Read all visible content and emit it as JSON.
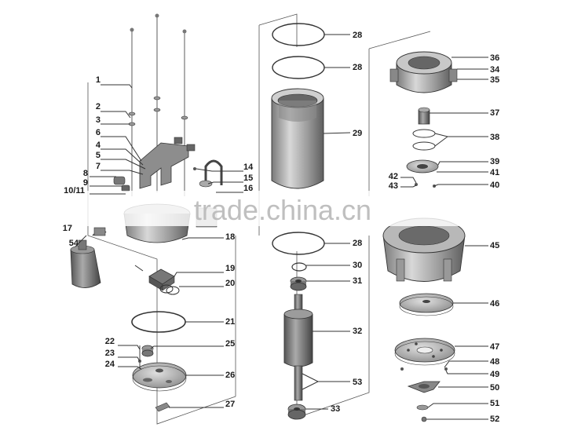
{
  "labels": [
    {
      "id": "1",
      "text": "1"
    },
    {
      "id": "2",
      "text": "2"
    },
    {
      "id": "3",
      "text": "3"
    },
    {
      "id": "6",
      "text": "6"
    },
    {
      "id": "4",
      "text": "4"
    },
    {
      "id": "5",
      "text": "5"
    },
    {
      "id": "7",
      "text": "7"
    },
    {
      "id": "8",
      "text": "8"
    },
    {
      "id": "9",
      "text": "9"
    },
    {
      "id": "10_11",
      "text": "10/11"
    },
    {
      "id": "17",
      "text": "17"
    },
    {
      "id": "54",
      "text": "54"
    },
    {
      "id": "14",
      "text": "14"
    },
    {
      "id": "15",
      "text": "15"
    },
    {
      "id": "16",
      "text": "16"
    },
    {
      "id": "18",
      "text": "18"
    },
    {
      "id": "19",
      "text": "19"
    },
    {
      "id": "20",
      "text": "20"
    },
    {
      "id": "21",
      "text": "21"
    },
    {
      "id": "22",
      "text": "22"
    },
    {
      "id": "23",
      "text": "23"
    },
    {
      "id": "24",
      "text": "24"
    },
    {
      "id": "25",
      "text": "25"
    },
    {
      "id": "26",
      "text": "26"
    },
    {
      "id": "27",
      "text": "27"
    },
    {
      "id": "28a",
      "text": "28"
    },
    {
      "id": "28b",
      "text": "28"
    },
    {
      "id": "29",
      "text": "29"
    },
    {
      "id": "28c",
      "text": "28"
    },
    {
      "id": "30",
      "text": "30"
    },
    {
      "id": "31",
      "text": "31"
    },
    {
      "id": "32",
      "text": "32"
    },
    {
      "id": "53",
      "text": "53"
    },
    {
      "id": "33",
      "text": "33"
    },
    {
      "id": "36",
      "text": "36"
    },
    {
      "id": "34",
      "text": "34"
    },
    {
      "id": "35",
      "text": "35"
    },
    {
      "id": "37",
      "text": "37"
    },
    {
      "id": "38",
      "text": "38"
    },
    {
      "id": "39",
      "text": "39"
    },
    {
      "id": "41",
      "text": "41"
    },
    {
      "id": "42",
      "text": "42"
    },
    {
      "id": "43",
      "text": "43"
    },
    {
      "id": "40",
      "text": "40"
    },
    {
      "id": "45",
      "text": "45"
    },
    {
      "id": "46",
      "text": "46"
    },
    {
      "id": "47",
      "text": "47"
    },
    {
      "id": "48",
      "text": "48"
    },
    {
      "id": "49",
      "text": "49"
    },
    {
      "id": "50",
      "text": "50"
    },
    {
      "id": "51",
      "text": "51"
    },
    {
      "id": "52",
      "text": "52"
    }
  ],
  "watermark": {
    "text": "trade.china.cn"
  },
  "colors": {
    "metal_light": "#d9d9d9",
    "metal_mid": "#a6a6a6",
    "metal_dark": "#6e6e6e",
    "line": "#333333"
  }
}
